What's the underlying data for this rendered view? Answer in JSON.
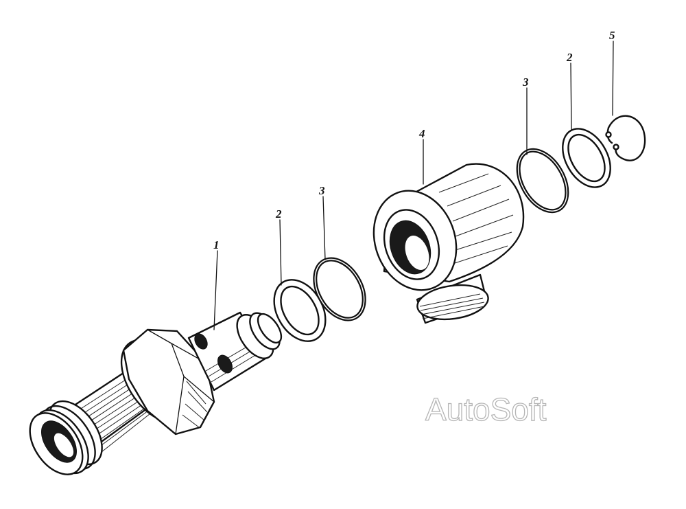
{
  "labels": {
    "part1": "1",
    "part2_left": "2",
    "part3_left": "3",
    "part4": "4",
    "part3_right": "3",
    "part2_right": "2",
    "part5": "5"
  },
  "watermark": "AutoSoft",
  "colors": {
    "ink": "#111111",
    "watermark_outline": "#b5b5b5",
    "background": "#ffffff"
  }
}
